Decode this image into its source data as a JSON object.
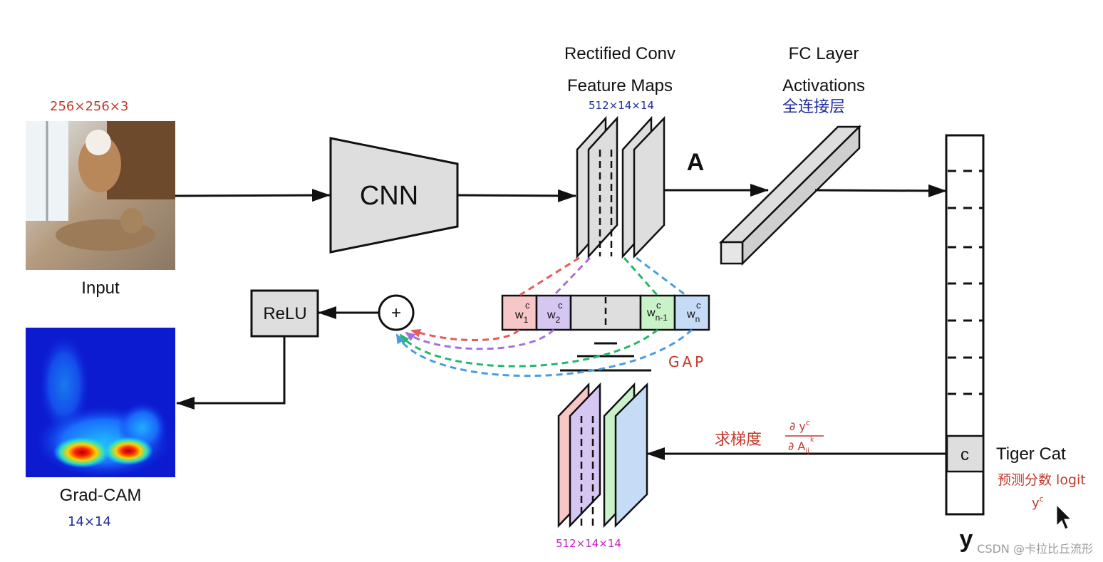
{
  "labels": {
    "input": "Input",
    "cnn": "CNN",
    "rectified_line1": "Rectified Conv",
    "rectified_line2": "Feature Maps",
    "fc_line1": "FC Layer",
    "fc_line2": "Activations",
    "A": "A",
    "relu": "ReLU",
    "plus": "+",
    "gradcam": "Grad-CAM",
    "tiger_cat": "Tiger Cat",
    "c_cell": "c",
    "y_vector": "y",
    "gap": "GAP"
  },
  "weights": [
    {
      "base": "w",
      "sub": "1",
      "sup": "c",
      "color": "#f7c6c6"
    },
    {
      "base": "w",
      "sub": "2",
      "sup": "c",
      "color": "#d6c6f2"
    },
    {
      "base": "w",
      "sub": "n-1",
      "sup": "c",
      "color": "#c9f2c9"
    },
    {
      "base": "w",
      "sub": "n",
      "sup": "c",
      "color": "#c6dcf6"
    }
  ],
  "annotations": {
    "input_shape": "256×256×3",
    "feature_shape": "512×14×14",
    "fc_cn": "全连接层",
    "grad_shape": "512×14×14",
    "cam_shape": "14×14",
    "grad_cn": "求梯度",
    "grad_num": "∂ y",
    "grad_num_sup": "c",
    "grad_den": "∂ A",
    "grad_den_sup": "k",
    "grad_den_sub": "ij",
    "logit_cn": "预测分数 logit",
    "logit_y": "y",
    "logit_y_sup": "c"
  },
  "colors": {
    "red": "#e85a5a",
    "purple": "#a66fe0",
    "green": "#22b86a",
    "blue": "#4a9de0",
    "gray_fill": "#dedede",
    "annot_red": "#c0392b",
    "annot_blue": "#1f2f9a",
    "annot_magenta": "#c61fc6"
  },
  "watermark": "CSDN @卡拉比丘流形"
}
